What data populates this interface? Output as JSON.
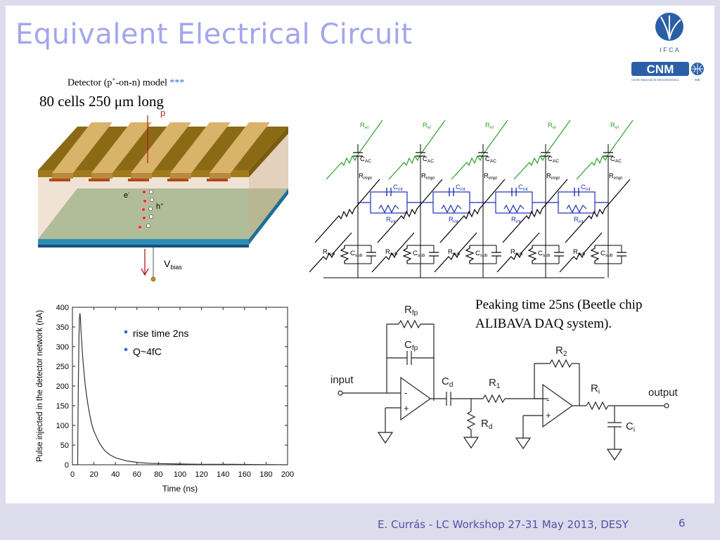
{
  "slide": {
    "title": "Equivalent Electrical Circuit",
    "subtitle_main": "Detector (p",
    "subtitle_sup": "+",
    "subtitle_rest": "-on-n) model ",
    "subtitle_stars": "***",
    "cells_text": "80 cells 250 μm long",
    "peaking_line1": "Peaking time 25ns (Beetle chip",
    "peaking_line2": "ALIBAVA DAQ system).",
    "footer": "E. Currás -  LC Workshop 27-31 May 2013, DESY",
    "page_number": "6"
  },
  "detector": {
    "label_p": "p",
    "label_e": "e",
    "label_e_sup": "-",
    "label_h": "h",
    "label_h_sup": "+",
    "label_vbias": "V",
    "label_vbias_sub": "bias"
  },
  "network": {
    "r_el": "R",
    "r_el_sub": "el",
    "c_ac": "C",
    "c_ac_sub": "AC",
    "r_impl": "R",
    "r_impl_sub": "impl",
    "c_int": "C",
    "c_int_sub": "int",
    "r_int": "R",
    "r_int_sub": "int",
    "r_sub": "R",
    "r_sub_sub": "sub",
    "c_sub": "C",
    "c_sub_sub": "sub"
  },
  "amplifier": {
    "input": "input",
    "output": "output",
    "rfp": "R",
    "rfp_sub": "fp",
    "cfp": "C",
    "cfp_sub": "fp",
    "cd": "C",
    "cd_sub": "d",
    "r1": "R",
    "r1_sub": "1",
    "rd": "R",
    "rd_sub": "d",
    "r2": "R",
    "r2_sub": "2",
    "ri": "R",
    "ri_sub": "i",
    "ci": "C",
    "ci_sub": "i",
    "minus": "-",
    "plus": "+"
  },
  "logos": {
    "ifca_text": "I F C A",
    "cnm_text": "CNM",
    "cnm_small": "Centro Nacional de Microelectrónica",
    "cnm_imb": "IMB"
  },
  "chart_data": {
    "type": "line",
    "title": "",
    "xlabel": "Time (ns)",
    "ylabel": "Pulse injected in the detector network (nA)",
    "xlim": [
      0,
      200
    ],
    "ylim": [
      0,
      400
    ],
    "xticks": [
      0,
      20,
      40,
      60,
      80,
      100,
      120,
      140,
      160,
      180,
      200
    ],
    "yticks": [
      0,
      50,
      100,
      150,
      200,
      250,
      300,
      350,
      400
    ],
    "grid": false,
    "legend": [
      "rise time 2ns",
      "Q~4fC"
    ],
    "series": [
      {
        "x": [
          0,
          4.9,
          5,
          5.5,
          6,
          6.5,
          7,
          7.5,
          8,
          9,
          10,
          12,
          14,
          16,
          18,
          20,
          25,
          30,
          35,
          40,
          50,
          60,
          70,
          80,
          100,
          120,
          150,
          200
        ],
        "y": [
          0,
          0,
          70,
          200,
          310,
          370,
          385,
          370,
          340,
          295,
          258,
          200,
          160,
          128,
          103,
          85,
          55,
          36,
          25,
          18,
          10,
          6,
          4,
          3,
          2,
          1,
          1,
          0
        ]
      }
    ],
    "color": "#333333"
  }
}
